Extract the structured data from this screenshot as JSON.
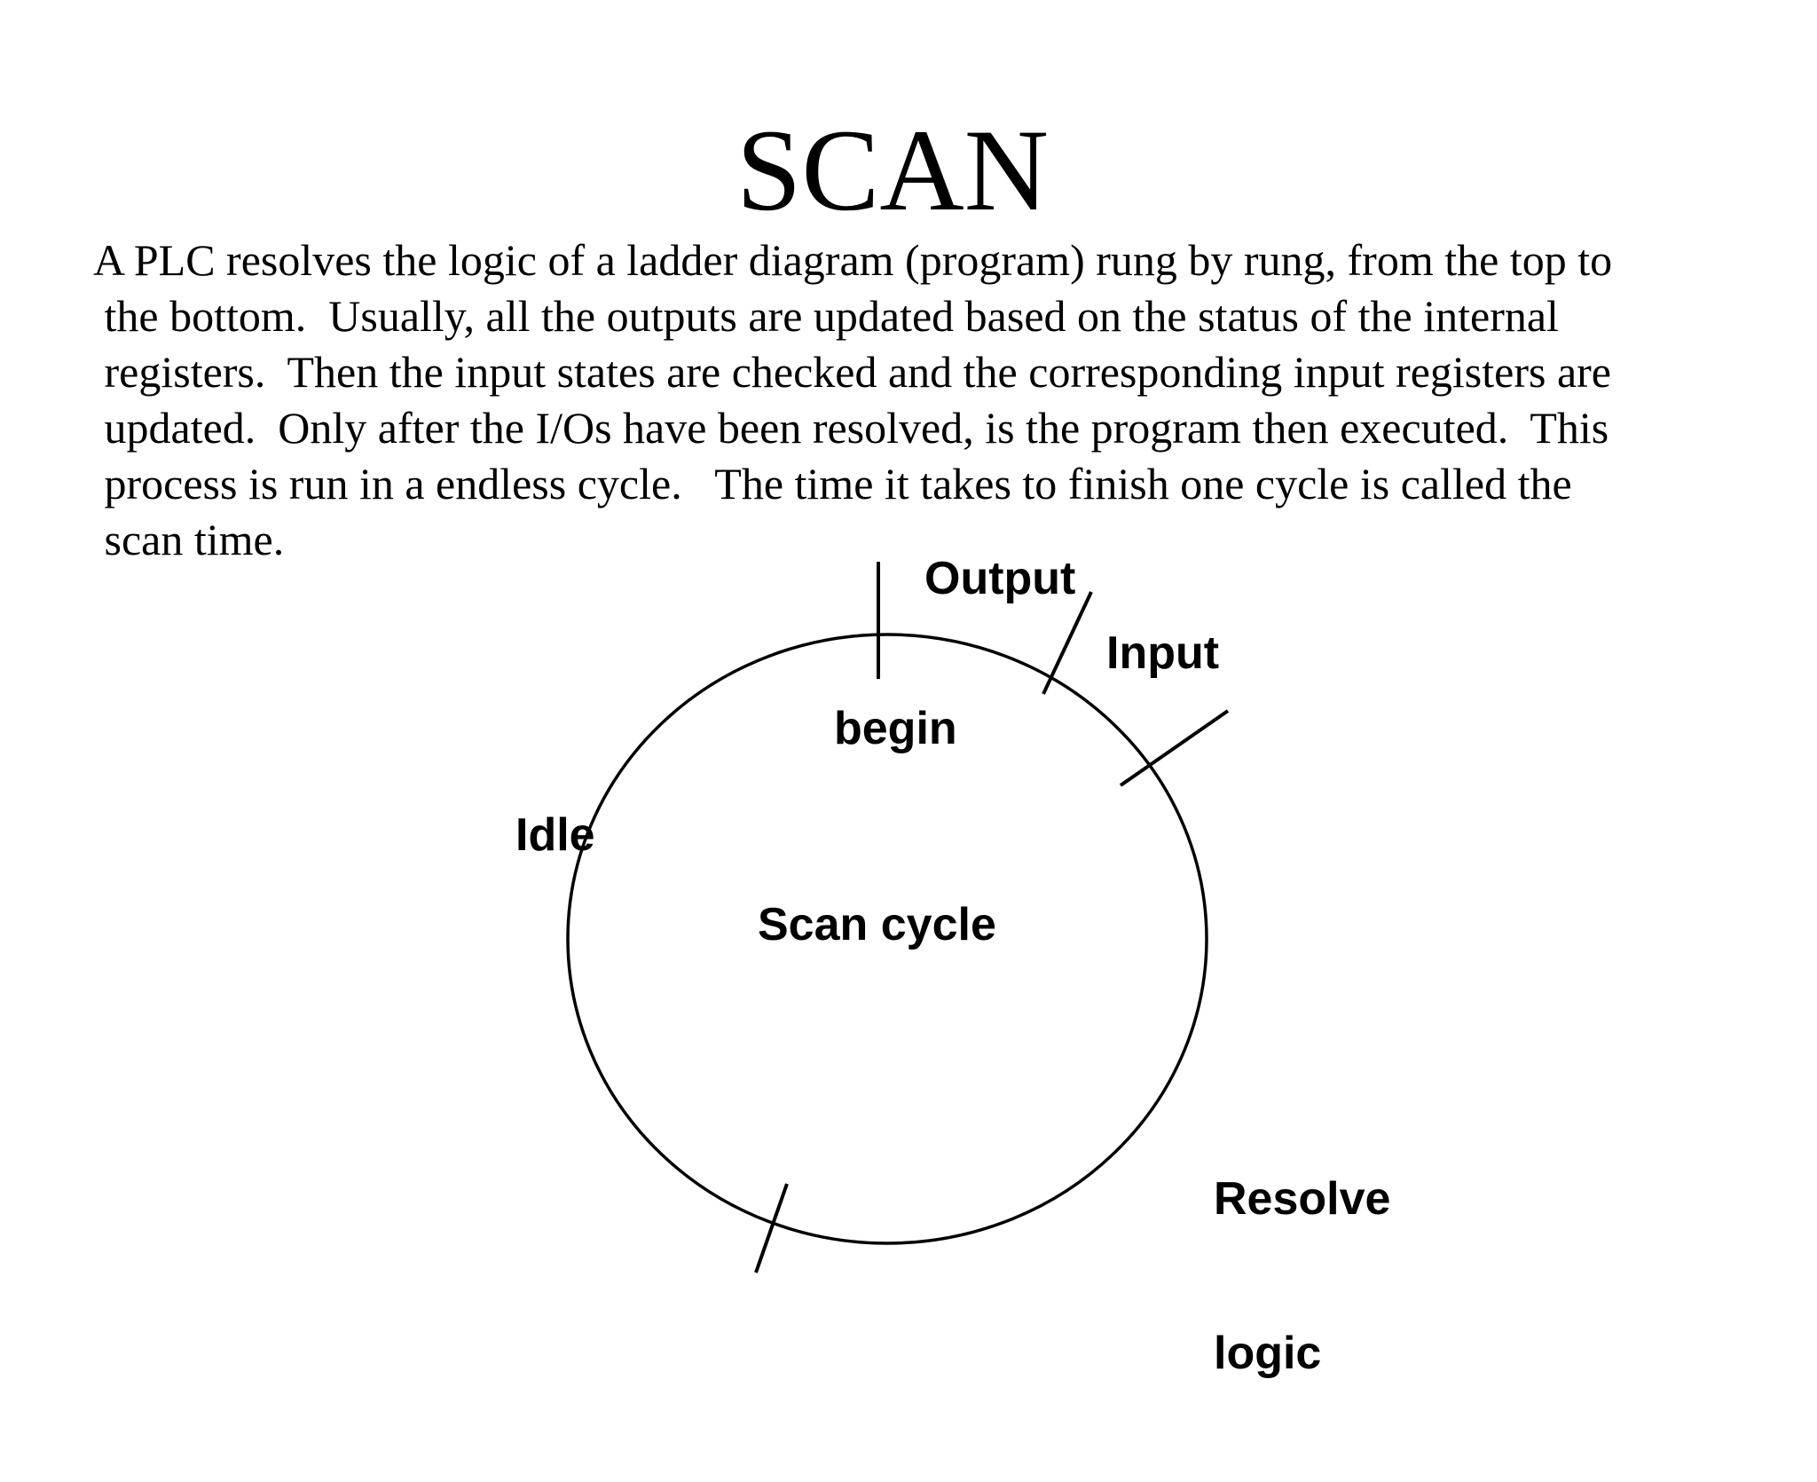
{
  "title": "SCAN",
  "paragraph": {
    "lines": [
      "A PLC resolves the logic of a ladder diagram (program) rung by rung, from the top to",
      " the bottom.  Usually, all the outputs are updated based on the status of the internal",
      " registers.  Then the input states are checked and the corresponding input registers are",
      " updated.  Only after the I/Os have been resolved, is the program then executed.  This",
      " process is run in a endless cycle.   The time it takes to finish one cycle is called the",
      " scan time."
    ]
  },
  "diagram": {
    "labels": {
      "output": "Output",
      "input": "Input",
      "begin": "begin",
      "idle": "Idle",
      "center": "Scan cycle",
      "resolve_line1": "Resolve",
      "resolve_line2": "logic"
    },
    "colors": {
      "stroke": "#000000",
      "background": "#ffffff",
      "text": "#000000"
    }
  }
}
